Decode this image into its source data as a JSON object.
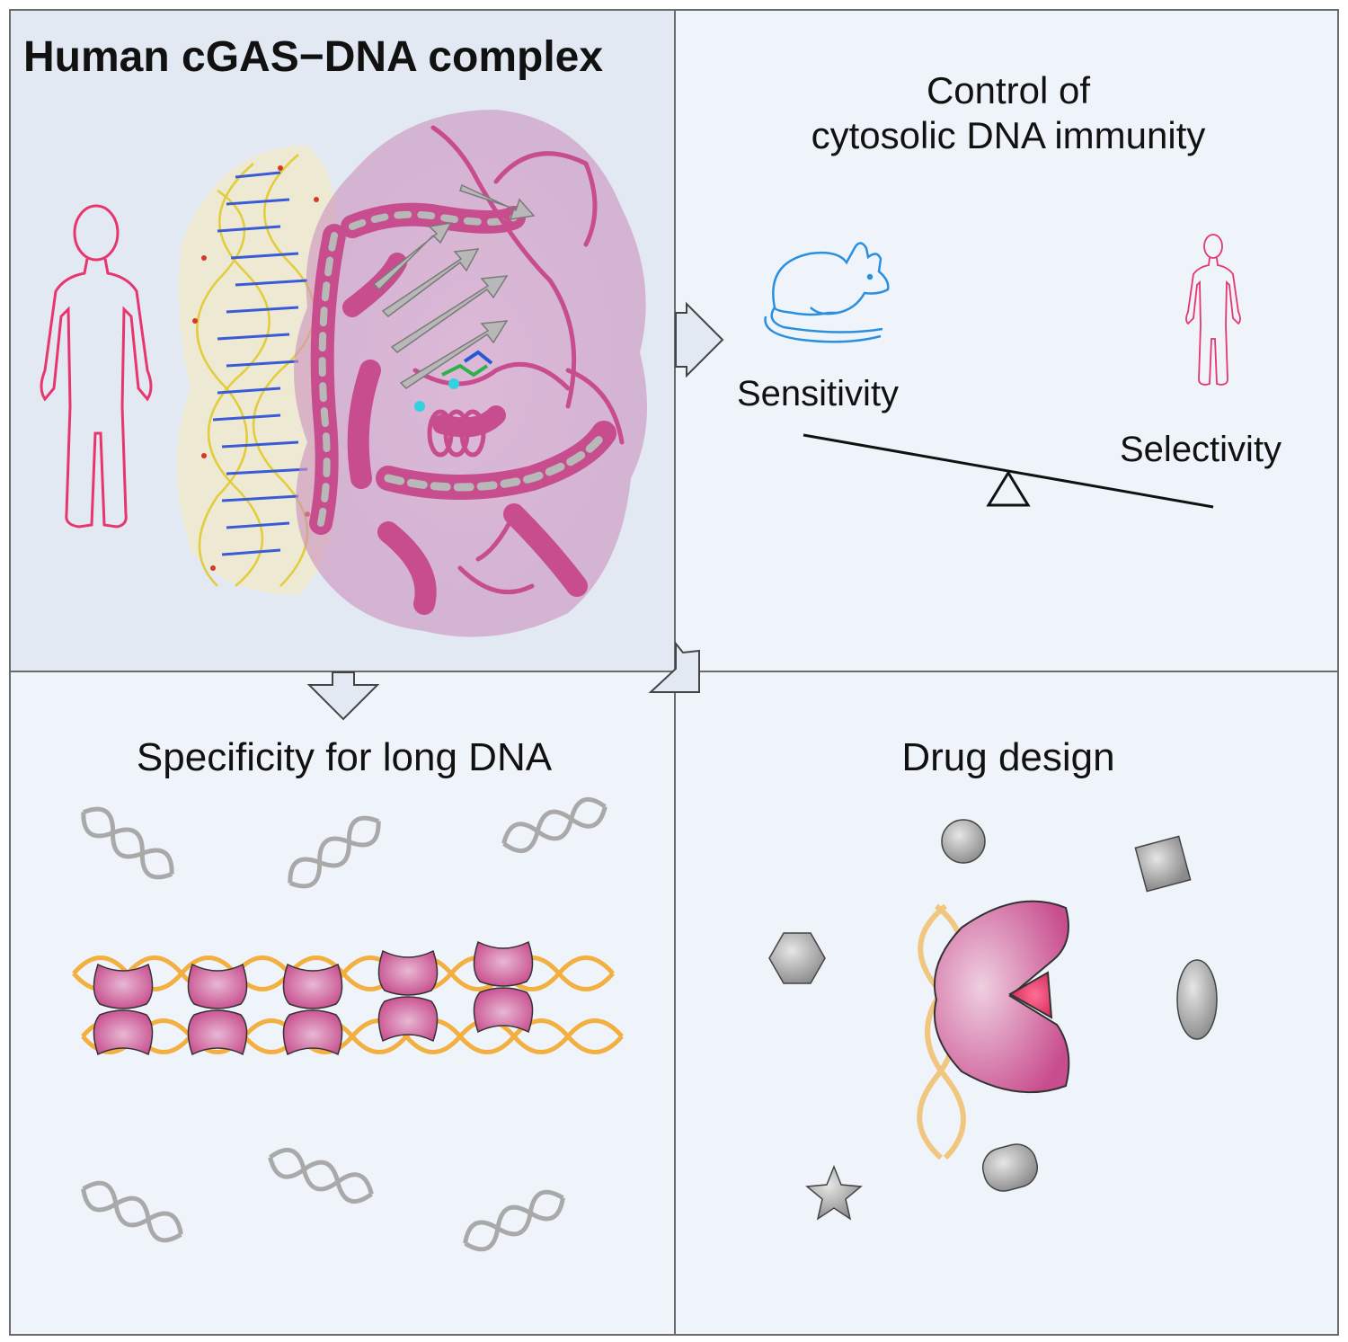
{
  "panels": {
    "complex": {
      "title": "Human cGAS−DNA complex"
    },
    "immunity": {
      "title_line1": "Control of",
      "title_line2": "cytosolic DNA immunity",
      "sensitivity_label": "Sensitivity",
      "selectivity_label": "Selectivity"
    },
    "specificity": {
      "title": "Specificity for long DNA"
    },
    "drug": {
      "title": "Drug design"
    }
  },
  "colors": {
    "protein_magenta": "#c84d8e",
    "protein_helix_inner": "#b8b8b8",
    "dna_yellow": "#e8d36a",
    "dna_gray": "#a9a9a9",
    "dna_orange": "#f4a92e",
    "human_outline": "#e8356e",
    "mouse_outline": "#2b8fe0",
    "shape_gray": "#a8a8a8",
    "panel_bg_dark": "#e2e9f2",
    "panel_bg_light": "#eef4f9"
  },
  "icons": [
    "human-silhouette-icon",
    "mouse-icon",
    "seesaw-icon",
    "arrow-right-icon",
    "arrow-down-icon",
    "arrow-diagonal-icon"
  ]
}
